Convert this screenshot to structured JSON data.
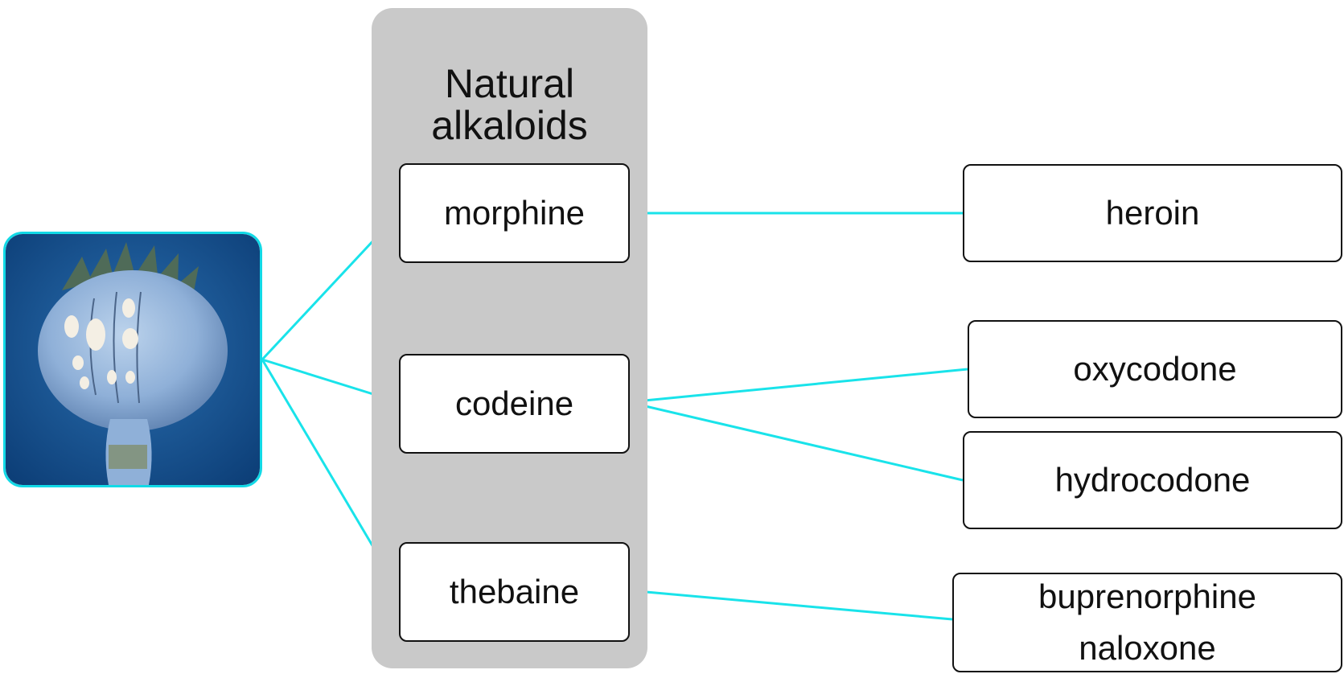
{
  "image": {
    "alt": "opium poppy seed pod",
    "icon": "poppy-pod-icon"
  },
  "group": {
    "title_line1": "Natural",
    "title_line2": "alkaloids"
  },
  "alkaloids": [
    {
      "id": "morphine",
      "label": "morphine"
    },
    {
      "id": "codeine",
      "label": "codeine"
    },
    {
      "id": "thebaine",
      "label": "thebaine"
    }
  ],
  "derivatives": [
    {
      "id": "heroin",
      "lines": [
        "heroin"
      ],
      "from": "morphine"
    },
    {
      "id": "oxycodone",
      "lines": [
        "oxycodone"
      ],
      "from": "codeine"
    },
    {
      "id": "hydrocodone",
      "lines": [
        "hydrocodone"
      ],
      "from": "codeine"
    },
    {
      "id": "buprenorphine-naloxone",
      "lines": [
        "buprenorphine",
        "naloxone"
      ],
      "from": "thebaine"
    }
  ],
  "colors": {
    "connector": "#19e3ea",
    "panel": "#c9c9c9",
    "border": "#111111"
  }
}
